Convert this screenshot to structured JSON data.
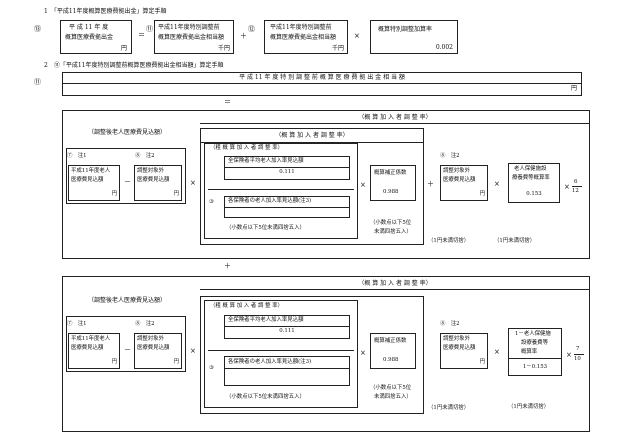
{
  "heading1": "1　「平成11年度概算医療費拠出金」算定手順",
  "heading2": "2　⑪「平成11年度特別調整前概算医療費拠出金相当額」算定手順",
  "step1": {
    "num13": "⑬",
    "box1": {
      "line1": "平 成 11 年 度",
      "line2": "概算医療費拠出金",
      "unit": "円"
    },
    "eq": "＝",
    "num11": "⑪",
    "box2": {
      "line1": "平成11年度特別調整前",
      "line2": "概算医療費拠出金相当額",
      "unit": "千円"
    },
    "plus": "＋",
    "num12": "⑫",
    "box3": {
      "line1": "平成11年度特別調整前",
      "line2": "概算医療費拠出金相当額",
      "unit": "千円"
    },
    "times": "×",
    "box4": {
      "line1": "概算特別調整加算率",
      "value": "0.002"
    }
  },
  "step2": {
    "num11": "⑪",
    "title": "平 成 11 年 度 特 別 調 整 前 概 算 医 療 費 拠 出 金 相 当 額",
    "unit": "円",
    "eq": "＝"
  },
  "block1": {
    "outer_title": "（概 算 加 入 者 調 整 率）",
    "adj_label": "（調整後老人医療費見込額）",
    "inner_title": "（概 算 加 入 者 調 整 率）",
    "rough_title": "（粗 概 算 加 入 者 調 整 率）",
    "n7": "⑦　注1",
    "b7": {
      "line1": "平成11年度老人",
      "line2": "医療費見込額",
      "unit": "円"
    },
    "minus": "－",
    "n8": "⑧　注2",
    "b8": {
      "line1": "調整対象外",
      "line2": "医療費見込額",
      "unit": "円"
    },
    "times1": "×",
    "avg_label": "全保険者平均老人加入率見込額",
    "avg_value": "0.111",
    "n3": "③",
    "elder_label": "各保険者の老人加入率見込額(注3)",
    "round5": "（小数点以下5位未満四捨五入）",
    "times2": "×",
    "coef_label": "概算補正係数",
    "coef_value": "0.988",
    "round_note_a": "（小数点以下5位",
    "round_note_b": "未満四捨五入）",
    "plus": "＋",
    "n8b": "⑧　注2",
    "b8b": {
      "line1": "調整対象外",
      "line2": "医療費見込額",
      "unit": "円"
    },
    "times3": "×",
    "rate": {
      "line1": "老人保健施設",
      "line2": "療養費等概算率",
      "value": "0.153"
    },
    "times4": "×",
    "frac_num": "6",
    "frac_den": "12",
    "yen_trunc1": "（1円未満切捨）",
    "yen_trunc2": "（1円未満切捨）"
  },
  "plus_between": "＋",
  "block2": {
    "outer_title": "（概 算 加 入 者 調 整 率）",
    "adj_label": "（調整後老人医療費見込額）",
    "rough_title": "（粗 概 算 加 入 者 調 整 率）",
    "n7": "⑦　注1",
    "b7": {
      "line1": "平成11年度老人",
      "line2": "医療費見込額",
      "unit": "円"
    },
    "minus": "－",
    "n8": "⑧　注2",
    "b8": {
      "line1": "調整対象外",
      "line2": "医療費見込額",
      "unit": "円"
    },
    "times1": "×",
    "avg_label": "全保険者平均老人加入率見込額",
    "avg_value": "0.111",
    "n3": "③",
    "elder_label": "各保険者の老人加入率見込額(注3)",
    "round5": "（小数点以下5位未満四捨五入）",
    "times2": "×",
    "coef_label": "概算補正係数",
    "coef_value": "0.988",
    "round_note_a": "（小数点以下5位",
    "round_note_b": "未満四捨五入）",
    "n8b": "⑧　注2",
    "b8b": {
      "line1": "調整対象外",
      "line2": "医療費見込額",
      "unit": "円"
    },
    "times3": "×",
    "rate": {
      "line1": "1－老人保健施",
      "line2": "設療養費等",
      "line3": "概算率",
      "value": "1－0.153"
    },
    "times4": "×",
    "frac_num": "7",
    "frac_den": "10",
    "yen_trunc1": "（1円未満切捨）",
    "yen_trunc2": "（1円未満切捨）"
  }
}
